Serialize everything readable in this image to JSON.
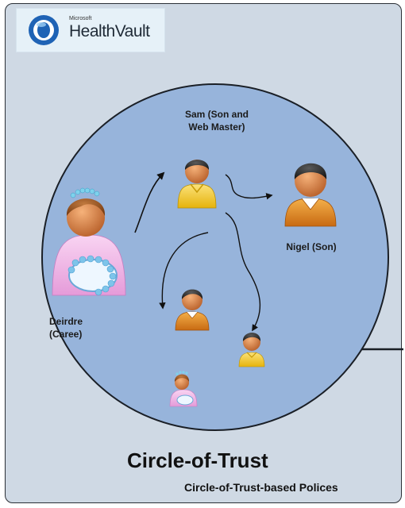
{
  "logo": {
    "brand_small": "Microsoft",
    "brand_name": "HealthVault"
  },
  "people": {
    "sam": "Sam (Son and\nWeb Master)",
    "nigel": "Nigel (Son)",
    "deirdre": "Deirdre\n(Caree)"
  },
  "title": "Circle-of-Trust",
  "subtitle": "Circle-of-Trust-based Polices",
  "colors": {
    "panel_bg": "#cfd9e4",
    "circle_fill": "#97b4db",
    "circle_stroke": "#1a1f26",
    "person_orange": "#d9861f",
    "person_yellow": "#f3c624",
    "person_pink": "#f0b8e8",
    "skin": "#d8843e"
  }
}
